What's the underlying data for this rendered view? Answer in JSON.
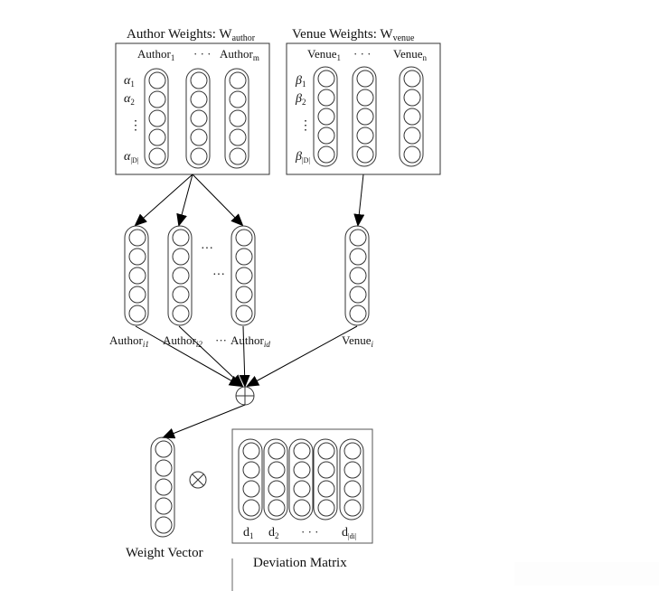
{
  "author_weights": {
    "title": "Author Weights: W",
    "title_sub": "author",
    "columns": [
      {
        "label": "Author",
        "sub": "1"
      },
      {
        "label": "· · ·",
        "sub": ""
      },
      {
        "label": "Author",
        "sub": "m"
      }
    ],
    "row_labels": [
      {
        "sym": "α",
        "sub": "1"
      },
      {
        "sym": "α",
        "sub": "2"
      },
      {
        "sym": "⋮",
        "sub": ""
      },
      {
        "sym": "α",
        "sub": "|D|"
      }
    ]
  },
  "venue_weights": {
    "title": "Venue Weights: W",
    "title_sub": "venue",
    "columns": [
      {
        "label": "Venue",
        "sub": "1"
      },
      {
        "label": "· · ·",
        "sub": ""
      },
      {
        "label": "Venue",
        "sub": "n"
      }
    ],
    "row_labels": [
      {
        "sym": "β",
        "sub": "1"
      },
      {
        "sym": "β",
        "sub": "2"
      },
      {
        "sym": "⋮",
        "sub": ""
      },
      {
        "sym": "β",
        "sub": "|D|"
      }
    ]
  },
  "selected_vectors": {
    "authors": [
      {
        "label": "Author",
        "sub": "i1"
      },
      {
        "label": "Author",
        "sub": "i2"
      },
      {
        "label": "Author",
        "sub": "id"
      }
    ],
    "ellipsis_top": "···",
    "ellipsis_mid": "···",
    "ellipsis_label": "···",
    "venue": {
      "label": "Venue",
      "sub": "i"
    }
  },
  "operators": {
    "sum": "⊕",
    "product": "⊗"
  },
  "weight_vector": {
    "label": "Weight Vector"
  },
  "deviation_matrix": {
    "label": "Deviation Matrix",
    "columns": [
      {
        "label": "d",
        "sub": "1"
      },
      {
        "label": "d",
        "sub": "2"
      },
      {
        "label": "· · ·",
        "sub": ""
      },
      {
        "label": "",
        "sub": ""
      },
      {
        "label": "d",
        "sub": "|di|"
      }
    ]
  }
}
